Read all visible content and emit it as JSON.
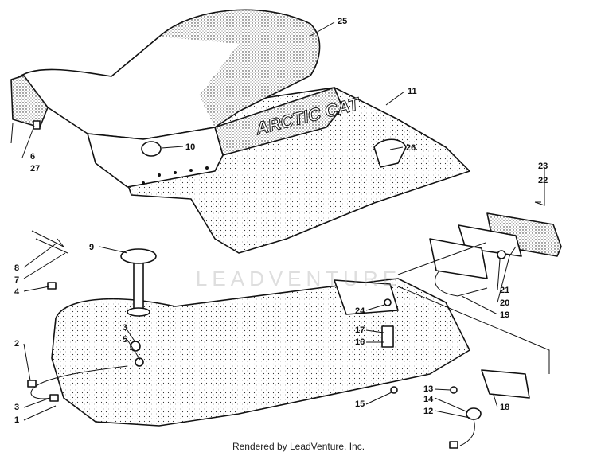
{
  "brand_text": "ARCTIC CAT",
  "watermark_text": "LEADVENTURE",
  "credit_text": "Rendered by LeadVenture, Inc.",
  "accent_color": "#111111",
  "callouts": [
    {
      "id": "c25",
      "label": "25"
    },
    {
      "id": "c11",
      "label": "11"
    },
    {
      "id": "c10",
      "label": "10"
    },
    {
      "id": "c26",
      "label": "26"
    },
    {
      "id": "c6",
      "label": "6"
    },
    {
      "id": "c27",
      "label": "27"
    },
    {
      "id": "c23",
      "label": "23"
    },
    {
      "id": "c22",
      "label": "22"
    },
    {
      "id": "c9",
      "label": "9"
    },
    {
      "id": "c8",
      "label": "8"
    },
    {
      "id": "c7",
      "label": "7"
    },
    {
      "id": "c4",
      "label": "4"
    },
    {
      "id": "c3a",
      "label": "3"
    },
    {
      "id": "c5",
      "label": "5"
    },
    {
      "id": "c2",
      "label": "2"
    },
    {
      "id": "c3b",
      "label": "3"
    },
    {
      "id": "c1",
      "label": "1"
    },
    {
      "id": "c24",
      "label": "24"
    },
    {
      "id": "c17",
      "label": "17"
    },
    {
      "id": "c16",
      "label": "16"
    },
    {
      "id": "c15",
      "label": "15"
    },
    {
      "id": "c21",
      "label": "21"
    },
    {
      "id": "c20",
      "label": "20"
    },
    {
      "id": "c19",
      "label": "19"
    },
    {
      "id": "c13",
      "label": "13"
    },
    {
      "id": "c14",
      "label": "14"
    },
    {
      "id": "c12",
      "label": "12"
    },
    {
      "id": "c18",
      "label": "18"
    }
  ]
}
